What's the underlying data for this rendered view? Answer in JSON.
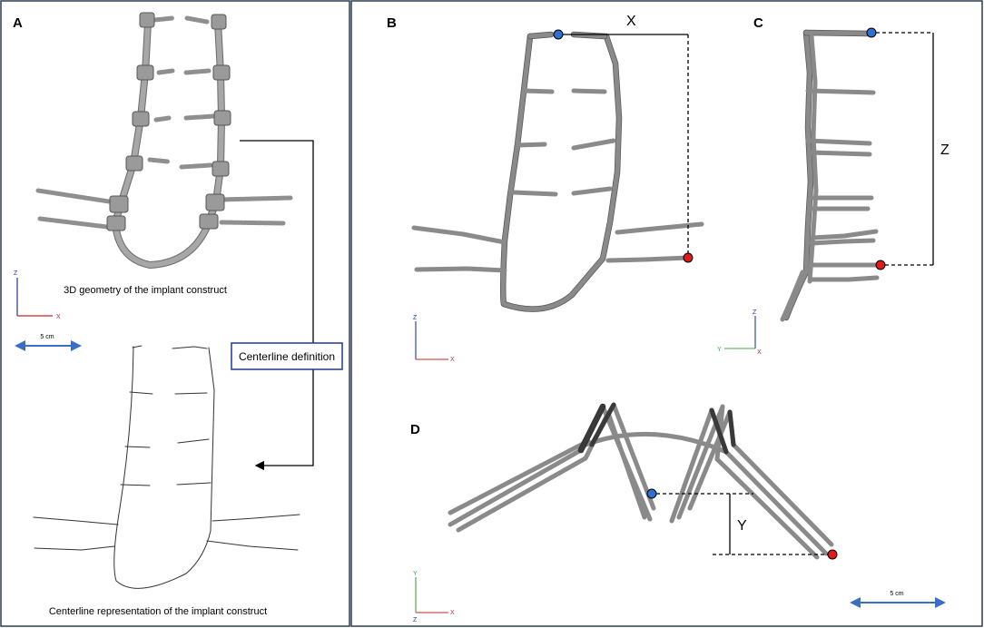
{
  "panels": {
    "a": {
      "letter": "A",
      "caption_top": "3D geometry of the implant construct",
      "caption_bottom": "Centerline representation of the implant construct",
      "box_label": "Centerline definition",
      "axis_v": "Z",
      "axis_h": "X",
      "scale": "5 cm"
    },
    "b": {
      "letter": "B",
      "dimension": "X",
      "axis_v": "Z",
      "axis_h": "X"
    },
    "c": {
      "letter": "C",
      "dimension": "Z",
      "axis_v": "Z",
      "axis_h": "Y",
      "axis_o": "X"
    },
    "d": {
      "letter": "D",
      "dimension": "Y",
      "axis_v": "Y",
      "axis_h": "X",
      "axis_o": "Z",
      "scale": "5 cm"
    }
  },
  "colors": {
    "blue_marker": "#2f6fd0",
    "red_marker": "#e01b1b",
    "rod": "#8a8a8a",
    "scale_bar": "#3b6fc4",
    "axis_z": "#1f3a93",
    "axis_x": "#c62828",
    "axis_y": "#43a047",
    "border": "#2c3e50"
  }
}
